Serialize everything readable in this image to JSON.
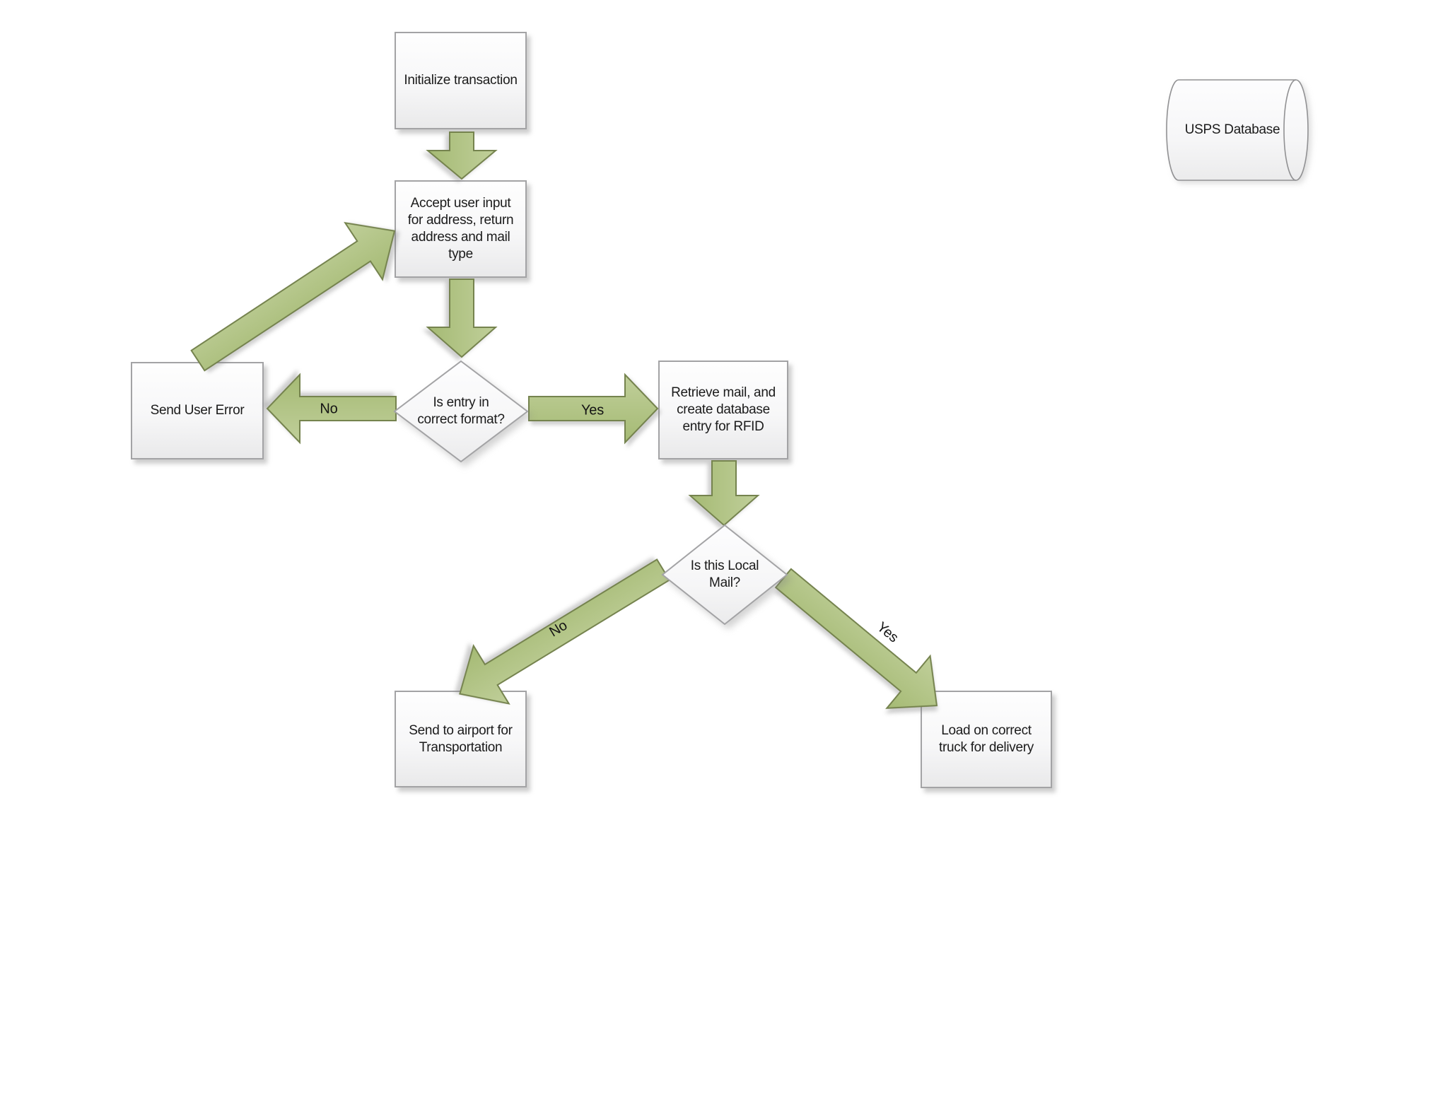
{
  "flowchart": {
    "nodes": {
      "initialize": {
        "label": "Initialize transaction"
      },
      "accept_input": {
        "label": "Accept user input\nfor address, return\naddress and mail\ntype"
      },
      "entry_format": {
        "label": "Is entry in\ncorrect format?"
      },
      "send_user_error": {
        "label": "Send User Error"
      },
      "retrieve_mail": {
        "label": "Retrieve mail, and\ncreate database\nentry for RFID"
      },
      "local_mail": {
        "label": "Is this Local\nMail?"
      },
      "send_airport": {
        "label": "Send to airport for\nTransportation"
      },
      "load_truck": {
        "label": "Load on correct\ntruck for delivery"
      },
      "usps_database": {
        "label": "USPS Database"
      }
    },
    "edges": {
      "entry_no": "No",
      "entry_yes": "Yes",
      "local_no": "No",
      "local_yes": "Yes"
    },
    "colors": {
      "arrow_fill_light": "#c0cf9a",
      "arrow_fill_dark": "#a5ba74",
      "arrow_stroke": "#75834e",
      "shape_border": "#a3a3a5",
      "shape_fill_top": "#fdfdfe",
      "shape_fill_bottom": "#e9e9ea",
      "text": "#1b1b1b"
    }
  }
}
